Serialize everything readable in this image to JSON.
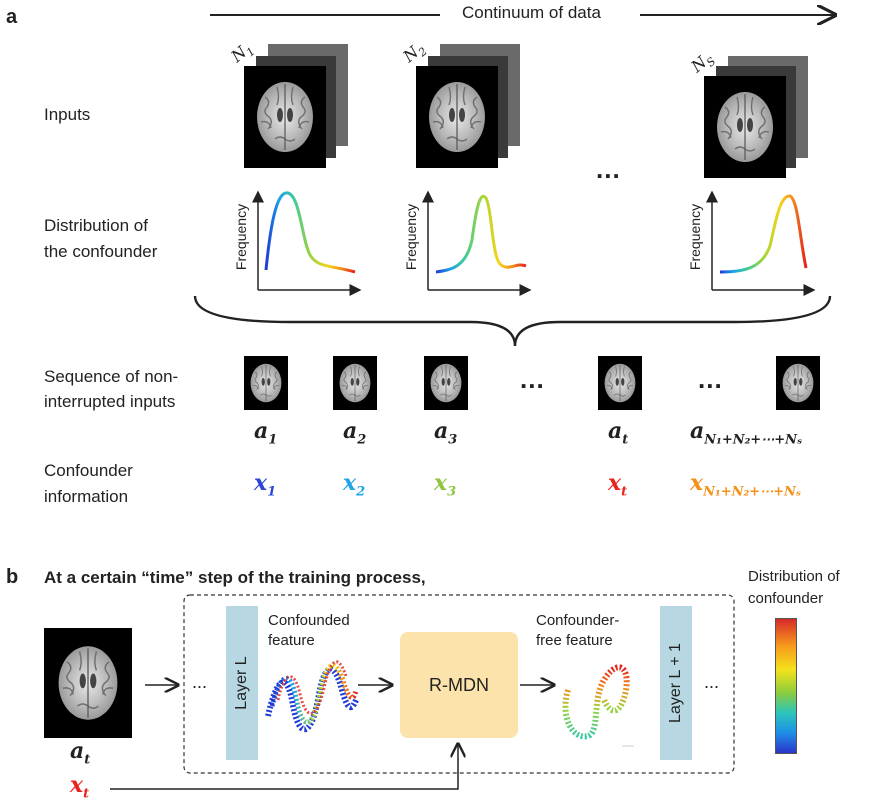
{
  "panel_a": {
    "label": "a",
    "continuum": "Continuum of data",
    "row_inputs": "Inputs",
    "row_distribution": [
      "Distribution of",
      "the confounder"
    ],
    "row_sequence": [
      "Sequence of non-",
      "interrupted inputs"
    ],
    "row_confounder": [
      "Confounder",
      "information"
    ],
    "stack_labels": [
      {
        "base": "N",
        "sub": "1"
      },
      {
        "base": "N",
        "sub": "2"
      },
      {
        "base": "N",
        "sub": "S"
      }
    ],
    "frequency_label": "Frequency",
    "ellipsis": "...",
    "inputs_seq": [
      {
        "base": "a",
        "sub": "1"
      },
      {
        "base": "a",
        "sub": "2"
      },
      {
        "base": "a",
        "sub": "3"
      },
      {
        "base": "a",
        "sub": "t"
      },
      {
        "base": "a",
        "sub": "N₁+N₂+⋯+Nₛ"
      }
    ],
    "confounders_seq": [
      {
        "base": "x",
        "sub": "1",
        "color": "#2a45d6"
      },
      {
        "base": "x",
        "sub": "2",
        "color": "#1fa5e8"
      },
      {
        "base": "x",
        "sub": "3",
        "color": "#8cc63f"
      },
      {
        "base": "x",
        "sub": "t",
        "color": "#e8221d"
      },
      {
        "base": "x",
        "sub": "N₁+N₂+⋯+Nₛ",
        "color": "#f39019"
      }
    ]
  },
  "panel_b": {
    "label": "b",
    "title": "At a certain “time” step of the training process,",
    "input_label": {
      "base": "a",
      "sub": "t"
    },
    "conf_label": {
      "base": "x",
      "sub": "t",
      "color": "#e8221d"
    },
    "layer_l": "Layer L",
    "layer_l1": "Layer L + 1",
    "confounded_feature": [
      "Confounded",
      "feature"
    ],
    "confounder_free_feature": [
      "Confounder-",
      "free feature"
    ],
    "rmdn": "R-MDN",
    "ellipsis": "...",
    "colorbar_title": [
      "Distribution of",
      "confounder"
    ]
  }
}
